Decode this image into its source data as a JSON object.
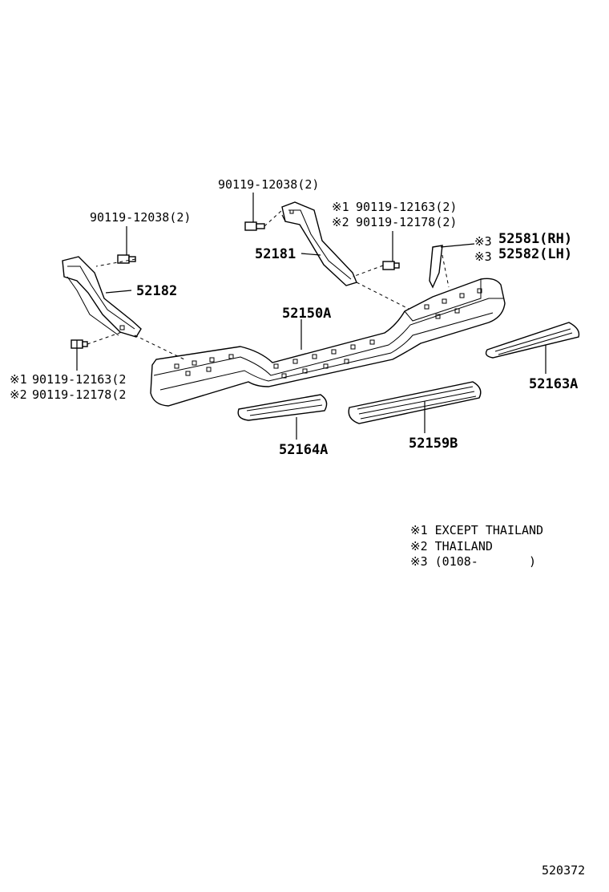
{
  "parts": {
    "bolt_top": "90119-12038(2)",
    "bolt_left_top": "90119-12038(2)",
    "bolt_right_1": "90119-12163(2)",
    "bolt_right_2": "90119-12178(2)",
    "bolt_left_1": "90119-12163(2",
    "bolt_left_2": "90119-12178(2",
    "bracket_right": "52181",
    "bracket_left": "52182",
    "bumper": "52150A",
    "pad_rh": "52581(RH)",
    "pad_lh": "52582(LH)",
    "step_right": "52163A",
    "step_left": "52164A",
    "step_center": "52159B"
  },
  "marks": {
    "m1": "※1",
    "m2": "※2",
    "m3": "※3"
  },
  "legend": {
    "line1": "※1 EXCEPT THAILAND",
    "line2": "※2 THAILAND",
    "line3": "※3 (0108-       )"
  },
  "illustration_code": "520372"
}
